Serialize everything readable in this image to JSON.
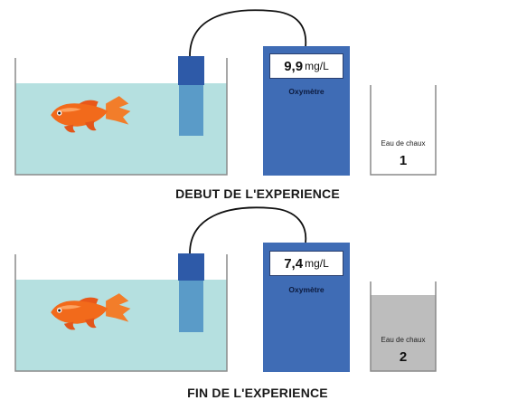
{
  "panels": [
    {
      "caption": "DEBUT DE L'EXPERIENCE",
      "oxymeter": {
        "label": "Oxymètre",
        "value": "9,9",
        "unit": "mg/L"
      },
      "limewater": {
        "label": "Eau de chaux",
        "number": "1",
        "turbid": false
      }
    },
    {
      "caption": "FIN DE L'EXPERIENCE",
      "oxymeter": {
        "label": "Oxymètre",
        "value": "7,4",
        "unit": "mg/L"
      },
      "limewater": {
        "label": "Eau de chaux",
        "number": "2",
        "turbid": true
      }
    }
  ],
  "colors": {
    "water": "#b5e0e0",
    "meter": "#3f6cb5",
    "probe_head": "#2e5aa8",
    "probe_body": "#5a9bc8",
    "turbid_limewater": "#bdbdbd",
    "fish": "#f26a1b"
  }
}
